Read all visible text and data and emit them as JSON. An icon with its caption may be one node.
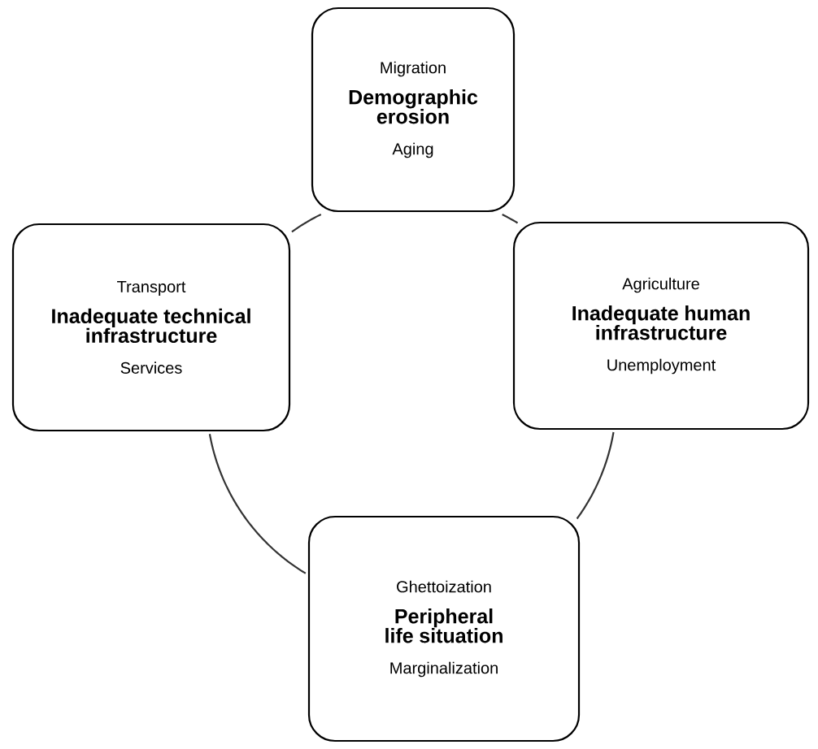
{
  "diagram": {
    "nodes": [
      {
        "text": [
          "Migration",
          "Demographic erosion",
          "Aging"
        ]
      },
      {
        "text": [
          "Transport",
          "Inadequate technical infrastructure",
          "Services"
        ]
      },
      {
        "text": [
          "Agriculture",
          "Inadequate human infrastructure",
          "Unemployment"
        ]
      },
      {
        "text": [
          "Ghettoization",
          "Peripheral life situation",
          "Marginalization"
        ]
      },
      {
        "text": [],
        "shape": "circle"
      }
    ]
  }
}
